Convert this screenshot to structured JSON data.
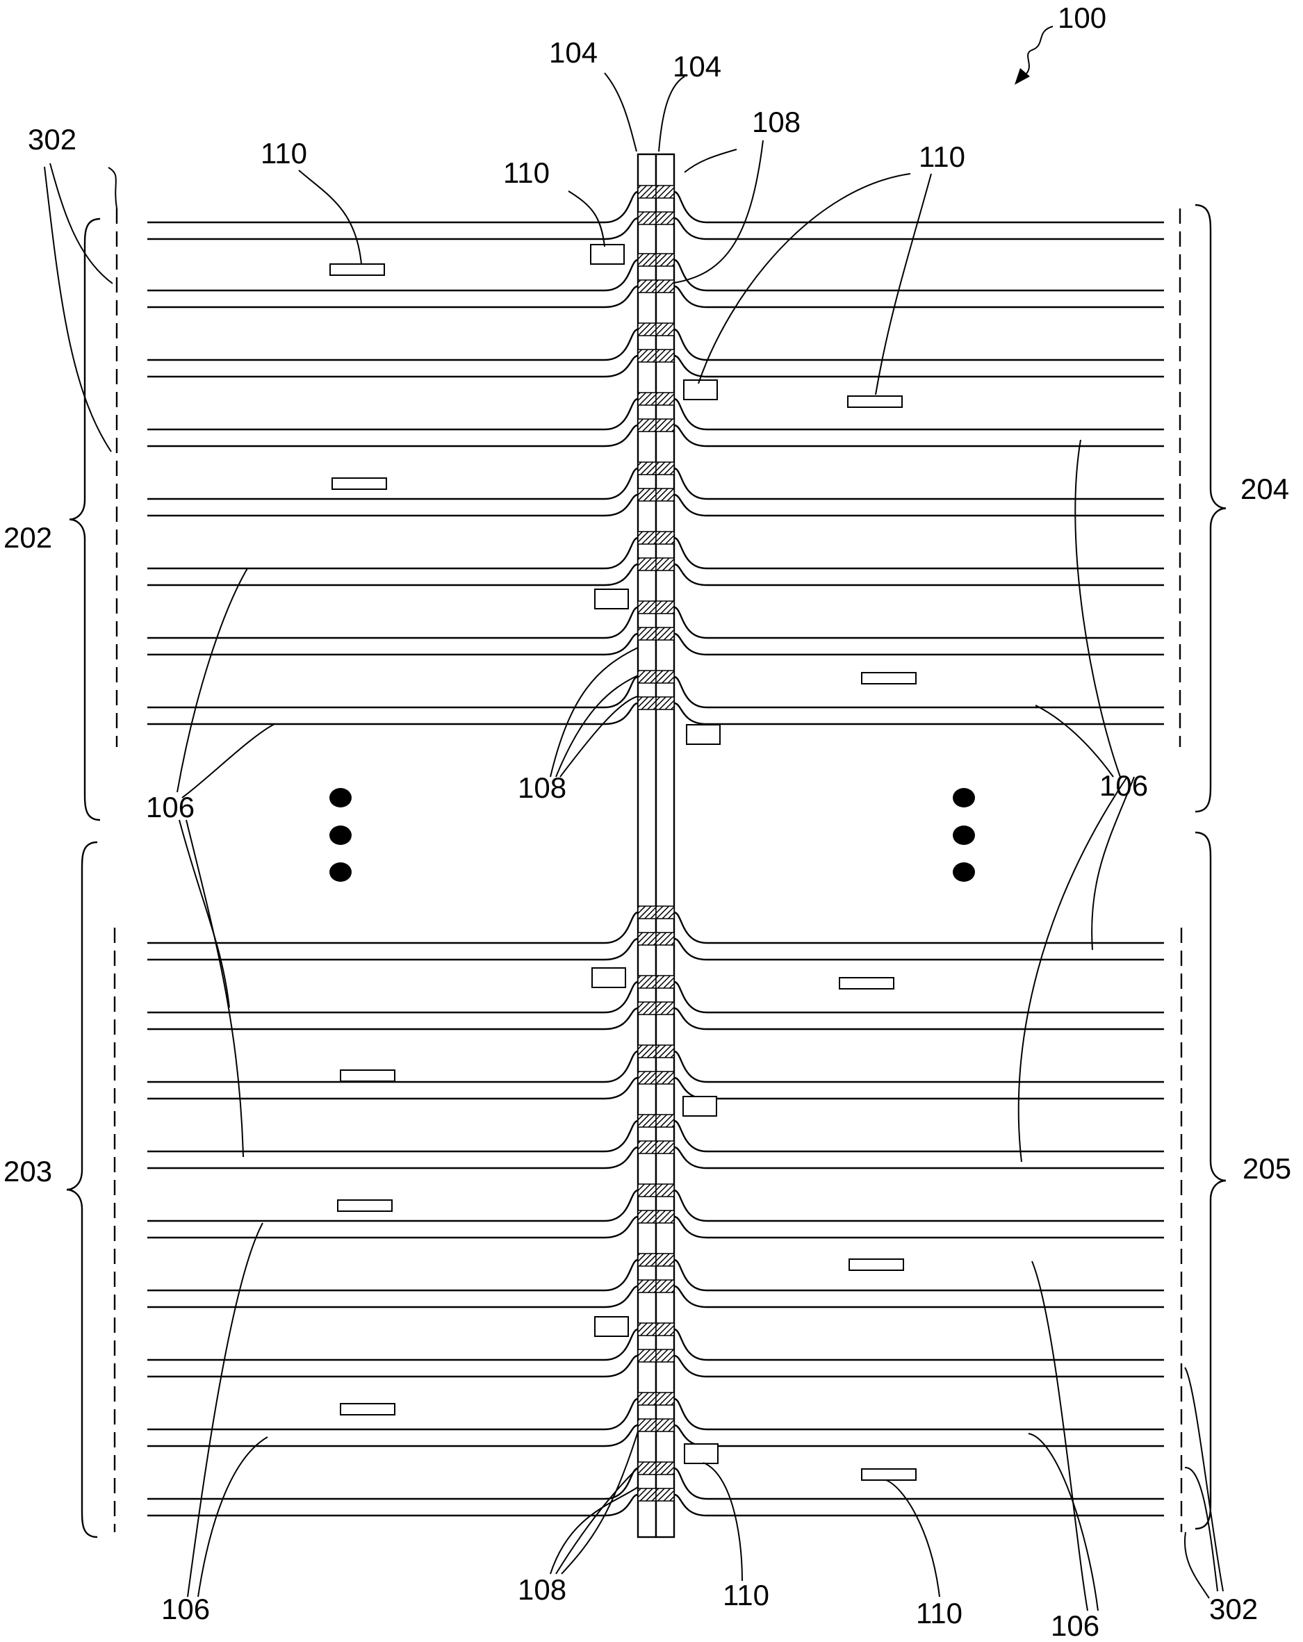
{
  "figure": {
    "ref_numeral": "100",
    "left_labels": {
      "fiber_104_a": "104",
      "fiber_104_b": "104"
    },
    "callouts": {
      "label_108": "108",
      "label_110": "110",
      "label_106": "106",
      "label_302": "302"
    },
    "groups": {
      "group_202": "202",
      "group_203": "203",
      "group_204": "204",
      "group_205": "205"
    }
  },
  "labels": [
    {
      "id": "lbl-100",
      "text": "100"
    },
    {
      "id": "lbl-104a",
      "text": "104"
    },
    {
      "id": "lbl-104b",
      "text": "104"
    },
    {
      "id": "lbl-108-top",
      "text": "108"
    },
    {
      "id": "lbl-302-top",
      "text": "302"
    },
    {
      "id": "lbl-110-a",
      "text": "110"
    },
    {
      "id": "lbl-110-b",
      "text": "110"
    },
    {
      "id": "lbl-110-c",
      "text": "110"
    },
    {
      "id": "lbl-202",
      "text": "202"
    },
    {
      "id": "lbl-204",
      "text": "204"
    },
    {
      "id": "lbl-106-l1",
      "text": "106"
    },
    {
      "id": "lbl-108-mid",
      "text": "108"
    },
    {
      "id": "lbl-106-r1",
      "text": "106"
    },
    {
      "id": "lbl-203",
      "text": "203"
    },
    {
      "id": "lbl-205",
      "text": "205"
    },
    {
      "id": "lbl-106-bl",
      "text": "106"
    },
    {
      "id": "lbl-108-bot",
      "text": "108"
    },
    {
      "id": "lbl-110-bot1",
      "text": "110"
    },
    {
      "id": "lbl-110-bot2",
      "text": "110"
    },
    {
      "id": "lbl-106-br",
      "text": "106"
    },
    {
      "id": "lbl-302-bot",
      "text": "302"
    }
  ]
}
